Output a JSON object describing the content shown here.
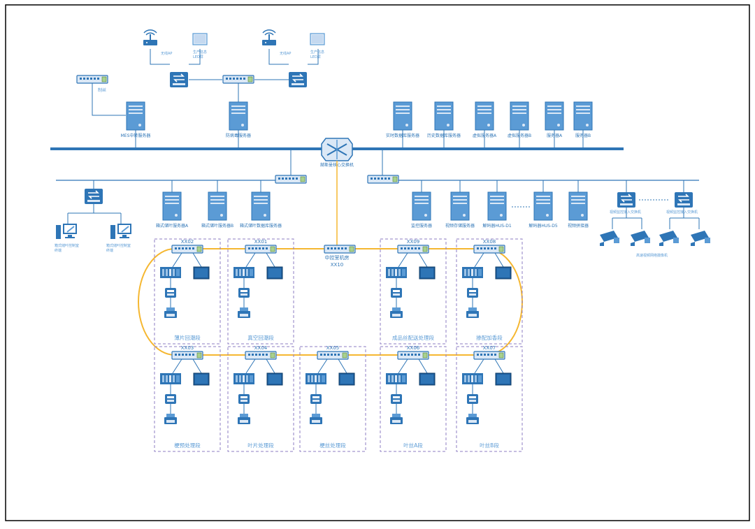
{
  "top": {
    "wifi_ap_left": "无线AP",
    "screen_left": "生产信息\nLED屏",
    "wifi_ap_right": "无线AP",
    "screen_right": "生产信息\nLED屏",
    "printer_label": "制丝"
  },
  "servers_top_left": [
    {
      "label": "MES中转服务器"
    },
    {
      "label": "防病毒服务器"
    }
  ],
  "servers_top_right": [
    {
      "label": "实时数据库服务器"
    },
    {
      "label": "历史数据库服务器"
    },
    {
      "label": "虚拟服务器A"
    },
    {
      "label": "虚拟服务器B"
    },
    {
      "label": "服务器A"
    },
    {
      "label": "服务器B"
    }
  ],
  "core_switch": "赫斯曼核心交换机",
  "servers_left": [
    {
      "label": "箱式储叶服务器A"
    },
    {
      "label": "箱式储叶服务器B"
    },
    {
      "label": "箱式储叶数据库服务器"
    }
  ],
  "terminals": [
    {
      "label": "箱式储叶控制室\n终端"
    },
    {
      "label": "箱式储叶控制室\n终端"
    }
  ],
  "servers_right": [
    {
      "label": "监控服务器"
    },
    {
      "label": "视频存储服务器"
    },
    {
      "label": "解码器HUS-D1"
    },
    {
      "label": "解码器HUS-D5"
    },
    {
      "label": "视频拼接器"
    }
  ],
  "camera_switches": [
    {
      "label": "视频监控接入交换机"
    },
    {
      "label": "视频监控接入交换机"
    }
  ],
  "camera_caption": "高速视频网络摄像机",
  "central": {
    "line1": "中控室机房",
    "line2": "XX10"
  },
  "top_sections": [
    {
      "switch": "XX02",
      "name": "薄片回潮段"
    },
    {
      "switch": "XX01",
      "name": "真空回潮段"
    },
    {
      "switch": "XX09",
      "name": "成品丝配送处理段"
    },
    {
      "switch": "XX08",
      "name": "掺配加香段"
    }
  ],
  "bottom_sections": [
    {
      "switch": "XX03",
      "name": "梗预处理段"
    },
    {
      "switch": "XX04",
      "name": "叶片处理段"
    },
    {
      "switch": "XX05",
      "name": "梗丝处理段"
    },
    {
      "switch": "XX06",
      "name": "叶丝A段"
    },
    {
      "switch": "XX07",
      "name": "叶丝B段"
    }
  ],
  "colors": {
    "blue": "#2e75b6",
    "light": "#5b9bd5",
    "ring": "#f5b731",
    "frame": "#000000",
    "section": "#8e7cc3"
  }
}
